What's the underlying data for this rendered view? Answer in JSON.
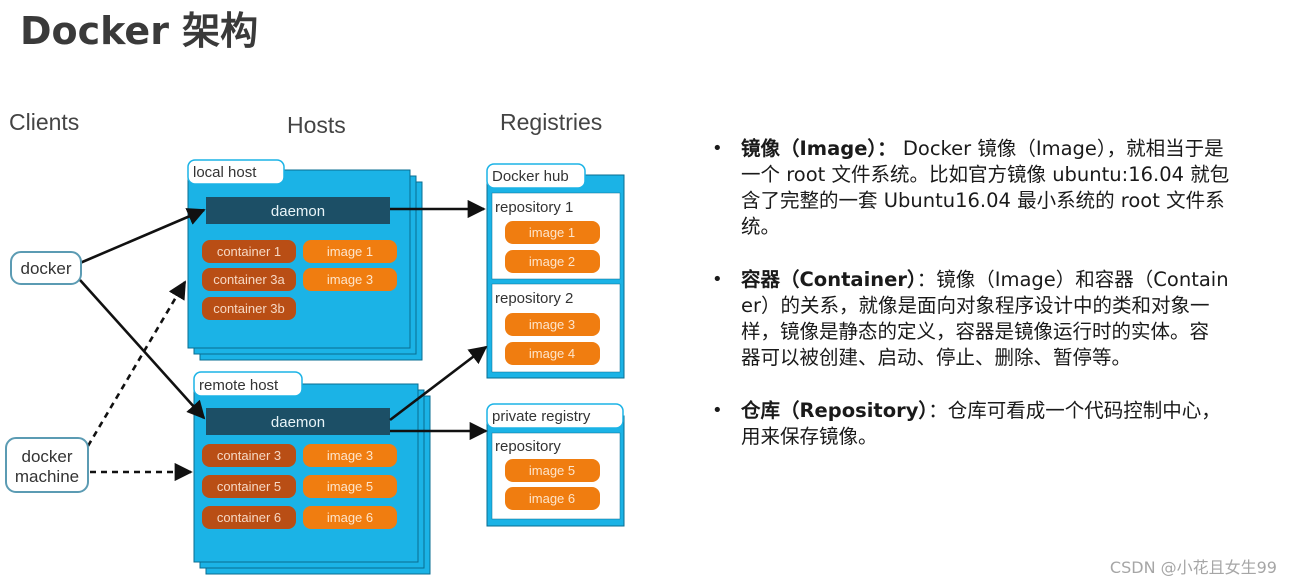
{
  "title": "Docker 架构",
  "diagram": {
    "columns": {
      "clients": "Clients",
      "hosts": "Hosts",
      "registries": "Registries"
    },
    "clients": {
      "docker": "docker",
      "docker_machine_line1": "docker",
      "docker_machine_line2": "machine"
    },
    "local_host": {
      "label": "local host",
      "daemon": "daemon",
      "containers": [
        "container 1",
        "container 3a",
        "container 3b"
      ],
      "images": [
        "image 1",
        "image 3"
      ]
    },
    "remote_host": {
      "label": "remote host",
      "daemon": "daemon",
      "containers": [
        "container 3",
        "container 5",
        "container 6"
      ],
      "images": [
        "image 3",
        "image 5",
        "image 6"
      ]
    },
    "docker_hub": {
      "label": "Docker hub",
      "repositories": [
        {
          "label": "repository 1",
          "images": [
            "image 1",
            "image 2"
          ]
        },
        {
          "label": "repository 2",
          "images": [
            "image 3",
            "image 4"
          ]
        }
      ]
    },
    "private_registry": {
      "label": "private registry",
      "repository": {
        "label": "repository",
        "images": [
          "image 5",
          "image 6"
        ]
      }
    },
    "colors": {
      "host_blue": "#1bb3e6",
      "daemon": "#1c4f66",
      "container": "#b94e15",
      "image": "#f07d10",
      "client_border": "#5b9bb3",
      "arrow": "#111111"
    }
  },
  "bullets": [
    {
      "term": "镜像（Image）：",
      "lines": [
        " Docker 镜像（Image），就相当于是",
        "一个 root 文件系统。比如官方镜像 ubuntu:16.04 就包",
        "含了完整的一套 Ubuntu16.04 最小系统的 root 文件系",
        "统。"
      ]
    },
    {
      "term": "容器（Container）",
      "lines": [
        "：镜像（Image）和容器（Contain",
        "er）的关系，就像是面向对象程序设计中的类和对象一",
        "样，镜像是静态的定义，容器是镜像运行时的实体。容",
        "器可以被创建、启动、停止、删除、暂停等。"
      ]
    },
    {
      "term": "仓库（Repository）",
      "lines": [
        "：仓库可看成一个代码控制中心，",
        "用来保存镜像。"
      ]
    }
  ],
  "watermark": "CSDN @小花且女生99"
}
